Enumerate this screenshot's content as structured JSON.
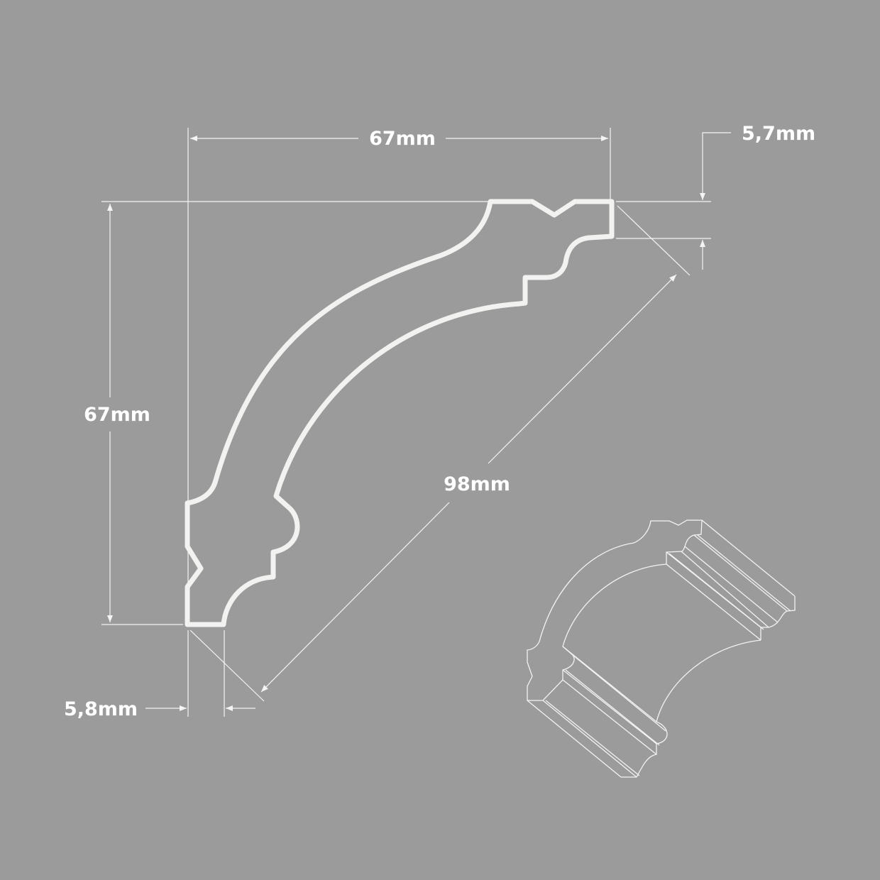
{
  "title": "Cornice moulding profile",
  "colors": {
    "background": "#9b9b9b",
    "lines": "#f2f2f0"
  },
  "dimensions": {
    "width": "67mm",
    "height": "67mm",
    "diagonal": "98mm",
    "top_lip": "5,7mm",
    "bottom_lip": "5,8mm"
  }
}
